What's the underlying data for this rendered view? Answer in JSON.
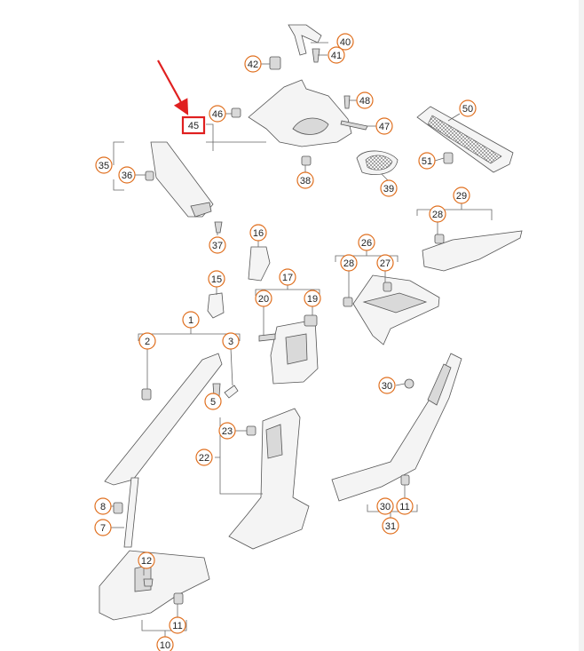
{
  "diagram": {
    "highlight_color": "#e02020",
    "callout_color": "#e07020",
    "callouts": {
      "c1": "1",
      "c2": "2",
      "c3": "3",
      "c5": "5",
      "c7": "7",
      "c8": "8",
      "c10": "10",
      "c11a": "11",
      "c11b": "11",
      "c12": "12",
      "c15": "15",
      "c16": "16",
      "c17": "17",
      "c19": "19",
      "c20": "20",
      "c22": "22",
      "c23": "23",
      "c26": "26",
      "c27": "27",
      "c28a": "28",
      "c28b": "28",
      "c29": "29",
      "c30a": "30",
      "c30b": "30",
      "c31": "31",
      "c35": "35",
      "c36": "36",
      "c37": "37",
      "c38": "38",
      "c39": "39",
      "c40": "40",
      "c41": "41",
      "c42": "42",
      "c45": "45",
      "c46": "46",
      "c47": "47",
      "c48": "48",
      "c50": "50",
      "c51": "51"
    }
  }
}
